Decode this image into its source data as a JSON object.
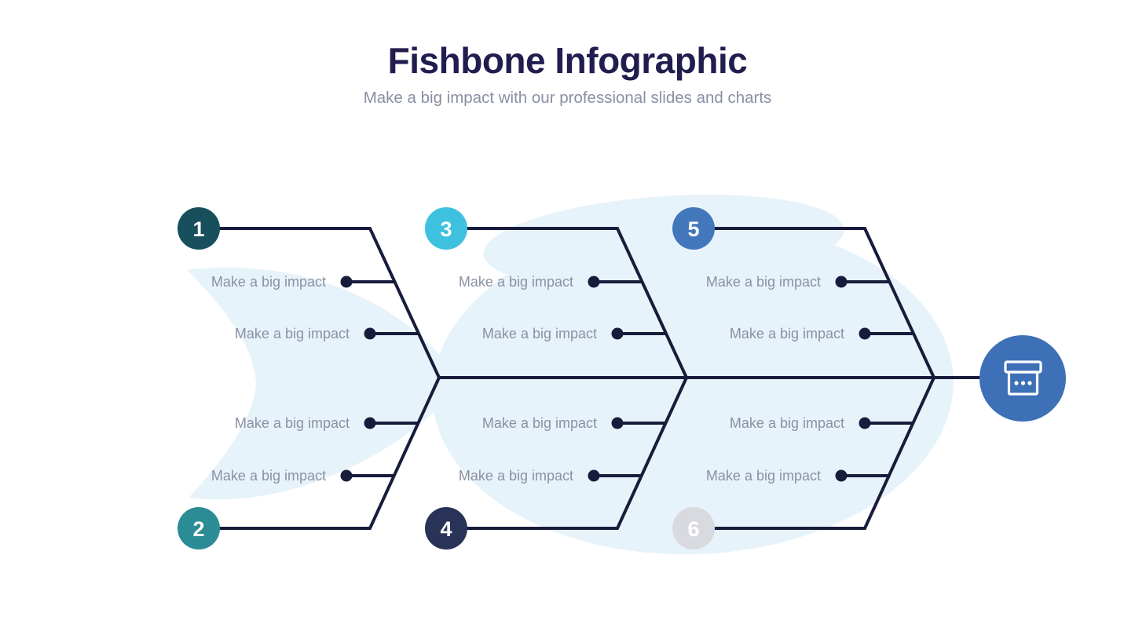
{
  "header": {
    "title": "Fishbone Infographic",
    "subtitle": "Make a big impact with our professional slides and charts"
  },
  "colors": {
    "background": "#FFFFFF",
    "line": "#181C3C",
    "label_text": "#8B90A2",
    "title_text": "#221D4F",
    "subtitle_text": "#8A8FA3",
    "fish_background": "#E7F3FA",
    "terminal_circle": "#3D70B6"
  },
  "bones": [
    {
      "number": "1",
      "color": "#174F5C",
      "labels": [
        "Make a big impact",
        "Make a big impact"
      ]
    },
    {
      "number": "2",
      "color": "#2B8C95",
      "labels": [
        "Make a big impact",
        "Make a big impact"
      ]
    },
    {
      "number": "3",
      "color": "#3EC1DE",
      "labels": [
        "Make a big impact",
        "Make a big impact"
      ]
    },
    {
      "number": "4",
      "color": "#293357",
      "labels": [
        "Make a big impact",
        "Make a big impact"
      ]
    },
    {
      "number": "5",
      "color": "#4377BC",
      "labels": [
        "Make a big impact",
        "Make a big impact"
      ]
    },
    {
      "number": "6",
      "color": "#D8DADF",
      "labels": [
        "Make a big impact",
        "Make a big impact"
      ]
    }
  ],
  "terminal": {
    "icon": "archive-box-icon"
  }
}
